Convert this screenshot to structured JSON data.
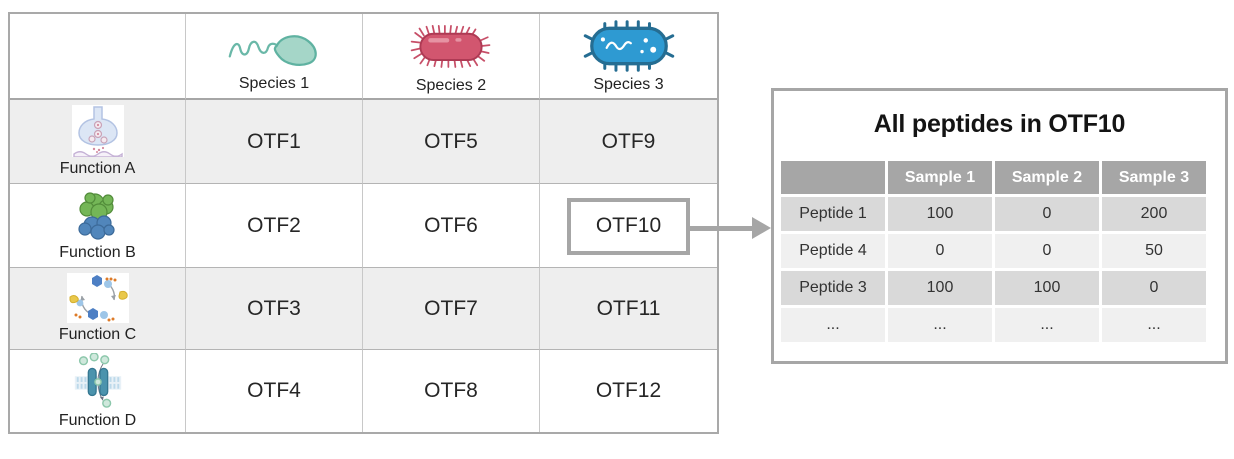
{
  "colors": {
    "accent_gray": "#a6a6a6",
    "matrix_band_gray": "#eeeeee",
    "panel_header_gray": "#a6a6a6",
    "panel_row_dark": "#d9d9d9",
    "panel_row_light": "#f0f0f0",
    "species1_teal": "#a5d6c8",
    "species2_rose": "#d2566f",
    "species3_blue": "#2e9ad2"
  },
  "matrix_table": {
    "columns": [
      {
        "label": "",
        "icon": ""
      },
      {
        "label": "Species 1",
        "icon": "species1-icon"
      },
      {
        "label": "Species 2",
        "icon": "species2-icon"
      },
      {
        "label": "Species 3",
        "icon": "species3-icon"
      }
    ],
    "rows": [
      {
        "label": "Function A",
        "icon": "function-a-icon",
        "cells": [
          "OTF1",
          "OTF5",
          "OTF9"
        ]
      },
      {
        "label": "Function B",
        "icon": "function-b-icon",
        "cells": [
          "OTF2",
          "OTF6",
          "OTF10"
        ]
      },
      {
        "label": "Function C",
        "icon": "function-c-icon",
        "cells": [
          "OTF3",
          "OTF7",
          "OTF11"
        ]
      },
      {
        "label": "Function D",
        "icon": "function-d-icon",
        "cells": [
          "OTF4",
          "OTF8",
          "OTF12"
        ]
      }
    ],
    "highlighted_cell": "OTF10"
  },
  "detail_panel": {
    "title": "All peptides in OTF10",
    "table": {
      "headers": [
        "",
        "Sample 1",
        "Sample 2",
        "Sample 3"
      ],
      "rows": [
        {
          "label": "Peptide 1",
          "values": [
            "100",
            "0",
            "200"
          ]
        },
        {
          "label": "Peptide 4",
          "values": [
            "0",
            "0",
            "50"
          ]
        },
        {
          "label": "Peptide 3",
          "values": [
            "100",
            "100",
            "0"
          ]
        },
        {
          "label": "...",
          "values": [
            "...",
            "...",
            "..."
          ]
        }
      ]
    }
  }
}
